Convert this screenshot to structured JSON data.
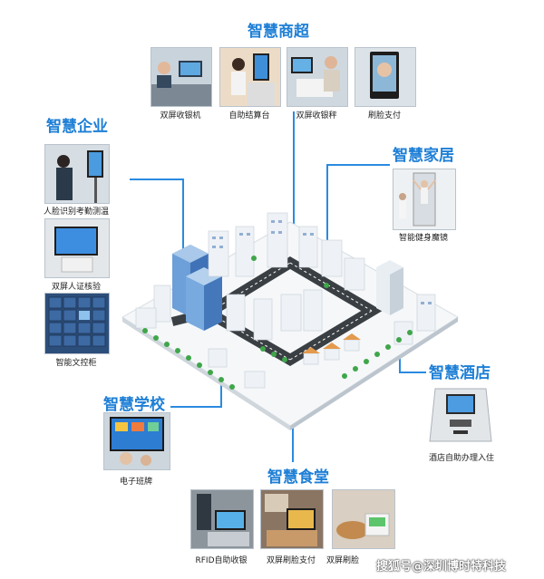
{
  "sections": {
    "mall": {
      "title": "智慧商超",
      "items": [
        "双屏收银机",
        "自助结算台",
        "双屏收银秤",
        "刷脸支付"
      ]
    },
    "enterprise": {
      "title": "智慧企业",
      "items": [
        "人脸识别考勤测温",
        "双屏人证核验",
        "智能文控柜"
      ]
    },
    "home": {
      "title": "智慧家居",
      "items": [
        "智能健身魔镜"
      ]
    },
    "hotel": {
      "title": "智慧酒店",
      "items": [
        "酒店自助办理入住"
      ]
    },
    "school": {
      "title": "智慧学校",
      "items": [
        "电子班牌"
      ]
    },
    "canteen": {
      "title": "智慧食堂",
      "items": [
        "RFID自助收银",
        "双屏刷脸支付",
        "双屏刷脸"
      ]
    }
  },
  "watermark": "搜狐号@深圳博时特科技",
  "colors": {
    "accent": "#1e7fd6",
    "line": "#2a8be0",
    "building": "#e9eef3",
    "window": "#4a79b5"
  }
}
